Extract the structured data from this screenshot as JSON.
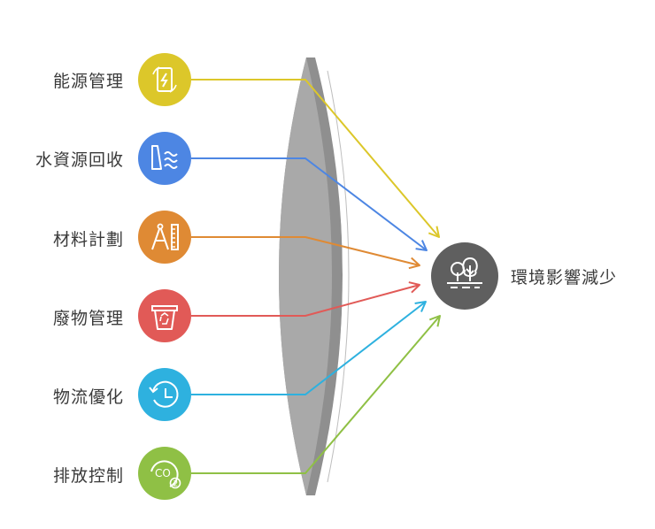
{
  "inputs": [
    {
      "label": "能源管理",
      "color": "#dcc72a",
      "icon": "energy-cycle-icon"
    },
    {
      "label": "水資源回收",
      "color": "#4d86e3",
      "icon": "dam-water-icon"
    },
    {
      "label": "材料計劃",
      "color": "#df8a34",
      "icon": "compass-ruler-icon"
    },
    {
      "label": "廢物管理",
      "color": "#e15a57",
      "icon": "recycle-bin-icon"
    },
    {
      "label": "物流優化",
      "color": "#2eb1df",
      "icon": "clock-refresh-icon"
    },
    {
      "label": "排放控制",
      "color": "#8fc045",
      "icon": "co2-icon"
    }
  ],
  "target": {
    "label": "環境影響減少",
    "color": "#5f5f5f",
    "icon": "trees-icon"
  },
  "lens_color": "#a9a9a9"
}
